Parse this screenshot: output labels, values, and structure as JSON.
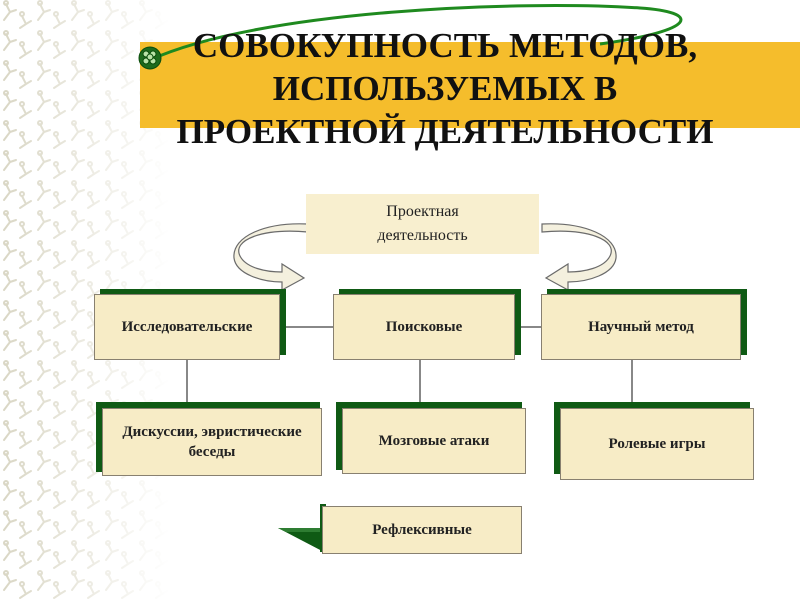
{
  "slide": {
    "title": "СОВОКУПНОСТЬ МЕТОДОВ,\nИСПОЛЬЗУЕМЫХ В\nПРОЕКТНОЙ ДЕЯТЕЛЬНОСТИ",
    "colors": {
      "title_band": "#f5bd2c",
      "box_fill": "#f7ecc6",
      "box_shadow": "#0f5a14",
      "swoosh": "#1f8a1f"
    }
  },
  "diagram": {
    "center": "Проектная деятельность",
    "top_row": [
      "Исследовательские",
      "Поисковые",
      "Научный метод"
    ],
    "bottom_row": [
      "Дискуссии, эвристические беседы",
      "Мозговые атаки",
      "Ролевые игры"
    ],
    "bottom_single": "Рефлексивные"
  }
}
